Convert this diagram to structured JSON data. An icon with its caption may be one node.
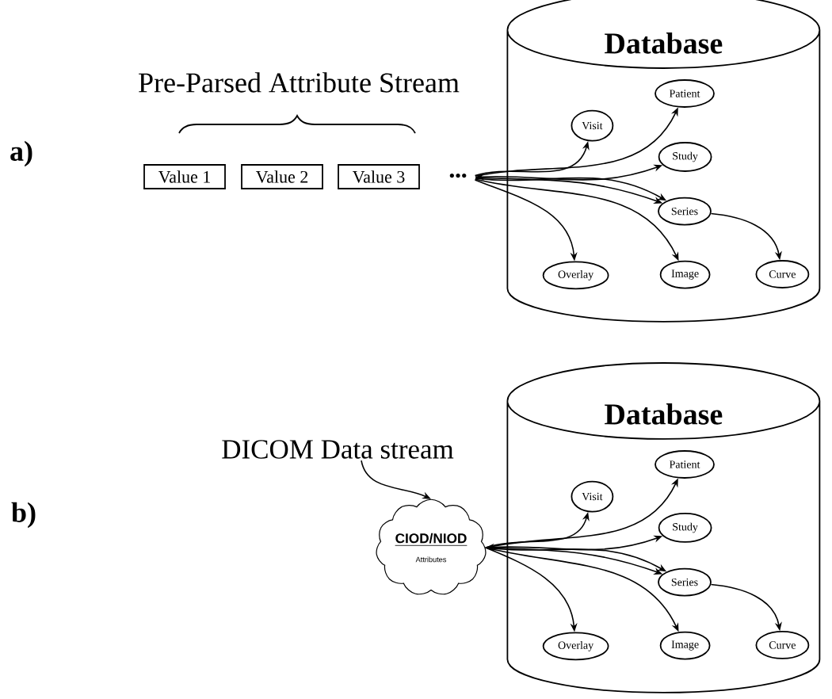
{
  "diagram": {
    "nodes": [
      {
        "text": [
          "Value 1"
        ]
      },
      {
        "text": [
          "Value 2"
        ]
      },
      {
        "text": [
          "Value 3"
        ]
      },
      {
        "text": [
          "•••"
        ]
      },
      {
        "text": [
          "Database"
        ]
      },
      {
        "text": [
          "Visit"
        ],
        "in": 4
      },
      {
        "text": [
          "Patient"
        ],
        "in": 4
      },
      {
        "text": [
          "Study"
        ],
        "in": 4
      },
      {
        "text": [
          "Series"
        ],
        "in": 4
      },
      {
        "text": [
          "Overlay"
        ],
        "in": 4
      },
      {
        "text": [
          "Image"
        ],
        "in": 4
      },
      {
        "text": [
          "Curve"
        ],
        "in": 4
      },
      {
        "text": [
          "DICOM Data stream"
        ]
      },
      {
        "text": [
          "CIOD/NIOD",
          "Attributes"
        ]
      },
      {
        "text": [
          "Database"
        ]
      },
      {
        "text": [
          "Visit"
        ],
        "in": 14
      },
      {
        "text": [
          "Patient"
        ],
        "in": 14
      },
      {
        "text": [
          "Study"
        ],
        "in": 14
      },
      {
        "text": [
          "Series"
        ],
        "in": 14
      },
      {
        "text": [
          "Overlay"
        ],
        "in": 14
      },
      {
        "text": [
          "Image"
        ],
        "in": 14
      },
      {
        "text": [
          "Curve"
        ],
        "in": 14
      }
    ],
    "edges": [
      {
        "from": 3,
        "to": 5,
        "arrow": "to"
      },
      {
        "from": 3,
        "to": 6,
        "arrow": "to"
      },
      {
        "from": 3,
        "to": 7,
        "arrow": "both"
      },
      {
        "from": 3,
        "to": 8,
        "arrow": "to"
      },
      {
        "from": 3,
        "to": 8,
        "arrow": "to"
      },
      {
        "from": 3,
        "to": 9,
        "arrow": "to"
      },
      {
        "from": 3,
        "to": 10,
        "arrow": "to"
      },
      {
        "from": 8,
        "to": 11,
        "arrow": "to"
      },
      {
        "from": 12,
        "to": 13,
        "arrow": "to"
      },
      {
        "from": 13,
        "to": 15,
        "arrow": "to"
      },
      {
        "from": 13,
        "to": 16,
        "arrow": "to"
      },
      {
        "from": 13,
        "to": 17,
        "arrow": "both"
      },
      {
        "from": 13,
        "to": 18,
        "arrow": "to"
      },
      {
        "from": 13,
        "to": 18,
        "arrow": "to"
      },
      {
        "from": 13,
        "to": 19,
        "arrow": "to"
      },
      {
        "from": 13,
        "to": 20,
        "arrow": "to"
      },
      {
        "from": 18,
        "to": 21,
        "arrow": "to"
      }
    ],
    "labels": [
      "Pre-Parsed Attribute Stream",
      "a)",
      "b)"
    ]
  }
}
